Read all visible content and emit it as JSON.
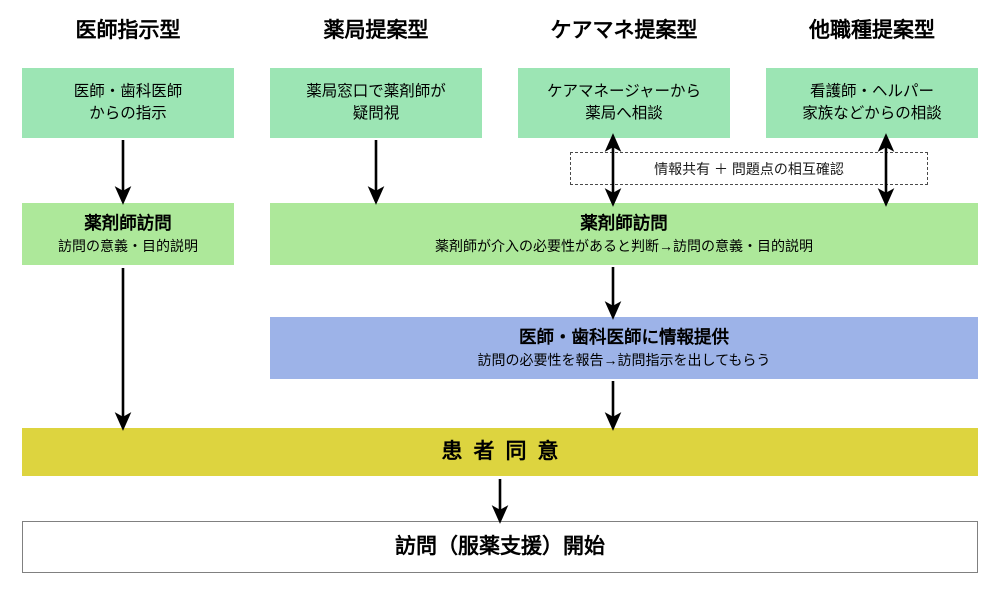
{
  "diagram": {
    "title_row": [
      {
        "label": "医師指示型"
      },
      {
        "label": "薬局提案型"
      },
      {
        "label": "ケアマネ提案型"
      },
      {
        "label": "他職種提案型"
      }
    ],
    "source_boxes": [
      {
        "line1": "医師・歯科医師",
        "line2": "からの指示"
      },
      {
        "line1": "薬局窓口で薬剤師が",
        "line2": "疑問視"
      },
      {
        "line1": "ケアマネージャーから",
        "line2": "薬局へ相談"
      },
      {
        "line1": "看護師・ヘルパー",
        "line2": "家族などからの相談"
      }
    ],
    "exchange_note": "情報共有 ＋ 問題点の相互確認",
    "visit_left": {
      "title": "薬剤師訪問",
      "subtitle": "訪問の意義・目的説明"
    },
    "visit_wide": {
      "title": "薬剤師訪問",
      "subtitle": "薬剤師が介入の必要性があると判断→訪問の意義・目的説明"
    },
    "report_box": {
      "title": "医師・歯科医師に情報提供",
      "subtitle": "訪問の必要性を報告→訪問指示を出してもらう"
    },
    "consent_bar": {
      "label": "患者同意"
    },
    "start_box": {
      "label": "訪問（服薬支援）開始"
    },
    "colors": {
      "mint": "#9ce5b4",
      "green": "#ade89a",
      "blue": "#9db3e8",
      "yellow": "#ddd43f",
      "outline": "#808080",
      "arrow": "#000000",
      "dashed": "#4a4a4a"
    }
  }
}
